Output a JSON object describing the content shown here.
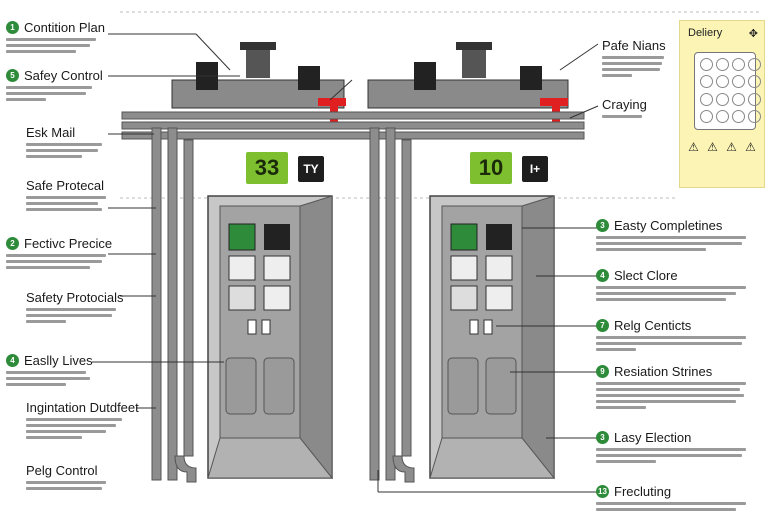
{
  "left_labels": [
    {
      "title": "Contition Plan",
      "badge": "1"
    },
    {
      "title": "Safey Control",
      "badge": "5"
    },
    {
      "title": "Esk Mail",
      "badge": ""
    },
    {
      "title": "Safe Protecal",
      "badge": ""
    },
    {
      "title": "Fectivc Precice",
      "badge": "2"
    },
    {
      "title": "Safety Protocials",
      "badge": ""
    },
    {
      "title": "Easlly Lives",
      "badge": "4"
    },
    {
      "title": "Ingintation Dutdfeet",
      "badge": ""
    },
    {
      "title": "Pelg Control",
      "badge": ""
    }
  ],
  "right_labels": [
    {
      "title": "Pafe Nians",
      "badge": ""
    },
    {
      "title": "Craying",
      "badge": ""
    },
    {
      "title": "Easty Completines",
      "badge": "3"
    },
    {
      "title": "Slect Clore",
      "badge": "4"
    },
    {
      "title": "Relg Centicts",
      "badge": "7"
    },
    {
      "title": "Resiation Strines",
      "badge": "9"
    },
    {
      "title": "Lasy Election",
      "badge": "3"
    },
    {
      "title": "Frecluting",
      "badge": "13"
    }
  ],
  "booths": [
    {
      "number": "33",
      "tag": "TY"
    },
    {
      "number": "10",
      "tag": "I+"
    }
  ],
  "legend": {
    "title": "Deliery",
    "icon": "move-icon",
    "warnings": [
      "⚠",
      "⚠",
      "⚠",
      "⚠"
    ]
  },
  "colors": {
    "accent_green": "#7dbf2f",
    "pipe": "#6e6e6e",
    "valve_red": "#e02020",
    "booth": "#8f8f8f",
    "badge": "#2e8b3a"
  }
}
